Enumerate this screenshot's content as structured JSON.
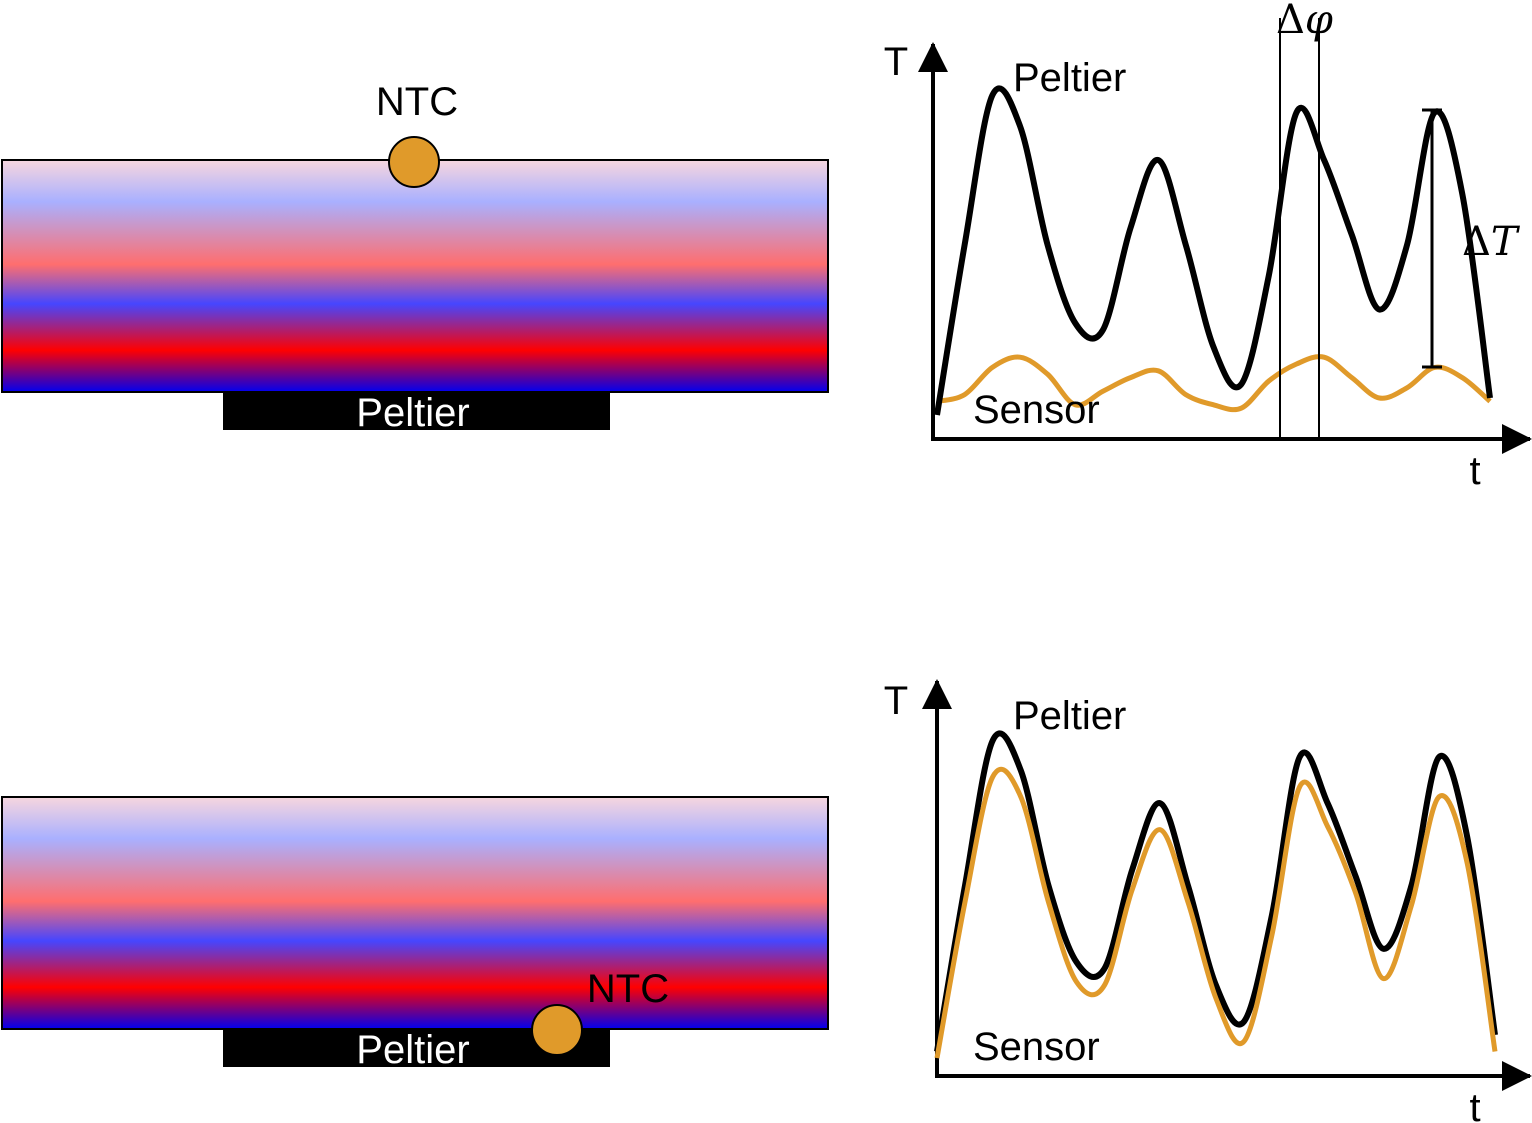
{
  "colors": {
    "sensor": "#e09a2a",
    "sensor_outline": "#000000",
    "peltier_block": "#000000",
    "curve_peltier": "#000000",
    "gradient_stops": [
      "#f7d6de",
      "#a9b0ff",
      "#ff6e6e",
      "#4646ff",
      "#ff0000",
      "#0000f0"
    ]
  },
  "top": {
    "block": {
      "ntc_label": "NTC",
      "peltier_label": "Peltier"
    },
    "chart": {
      "y_axis_label": "T",
      "x_axis_label": "t",
      "peltier_label": "Peltier",
      "sensor_label": "Sensor",
      "phase_label_symbol": "Δ",
      "phase_label_var": "φ",
      "amp_label_symbol": "Δ",
      "amp_label_var": "T"
    }
  },
  "bottom": {
    "block": {
      "ntc_label": "NTC",
      "peltier_label": "Peltier"
    },
    "chart": {
      "y_axis_label": "T",
      "x_axis_label": "t",
      "peltier_label": "Peltier",
      "sensor_label": "Sensor"
    }
  },
  "chart_data": [
    {
      "type": "line",
      "x": [
        0,
        0.05,
        0.1,
        0.15,
        0.2,
        0.25,
        0.3,
        0.35,
        0.4,
        0.45,
        0.5,
        0.55,
        0.6,
        0.65,
        0.7,
        0.75,
        0.8,
        0.85,
        0.9,
        0.95,
        1
      ],
      "series": [
        {
          "name": "Peltier",
          "values": [
            0.05,
            0.55,
            0.99,
            0.9,
            0.55,
            0.32,
            0.3,
            0.6,
            0.8,
            0.55,
            0.25,
            0.14,
            0.46,
            0.94,
            0.8,
            0.58,
            0.36,
            0.55,
            0.94,
            0.7,
            0.1
          ]
        },
        {
          "name": "Sensor",
          "values": [
            0.09,
            0.11,
            0.19,
            0.22,
            0.17,
            0.08,
            0.12,
            0.16,
            0.18,
            0.11,
            0.08,
            0.07,
            0.15,
            0.2,
            0.22,
            0.16,
            0.1,
            0.13,
            0.19,
            0.16,
            0.09
          ]
        }
      ]
    },
    {
      "type": "line",
      "x": [
        0,
        0.05,
        0.1,
        0.15,
        0.2,
        0.25,
        0.3,
        0.35,
        0.4,
        0.45,
        0.5,
        0.55,
        0.6,
        0.65,
        0.7,
        0.75,
        0.8,
        0.85,
        0.9,
        0.95,
        1
      ],
      "series": [
        {
          "name": "Peltier",
          "values": [
            0.05,
            0.55,
            0.99,
            0.9,
            0.55,
            0.32,
            0.3,
            0.6,
            0.8,
            0.55,
            0.25,
            0.14,
            0.46,
            0.94,
            0.8,
            0.58,
            0.36,
            0.55,
            0.94,
            0.7,
            0.1
          ]
        },
        {
          "name": "Sensor",
          "values": [
            0.03,
            0.5,
            0.88,
            0.82,
            0.5,
            0.26,
            0.25,
            0.54,
            0.72,
            0.5,
            0.21,
            0.08,
            0.4,
            0.85,
            0.73,
            0.53,
            0.27,
            0.49,
            0.82,
            0.62,
            0.05
          ]
        }
      ]
    }
  ]
}
